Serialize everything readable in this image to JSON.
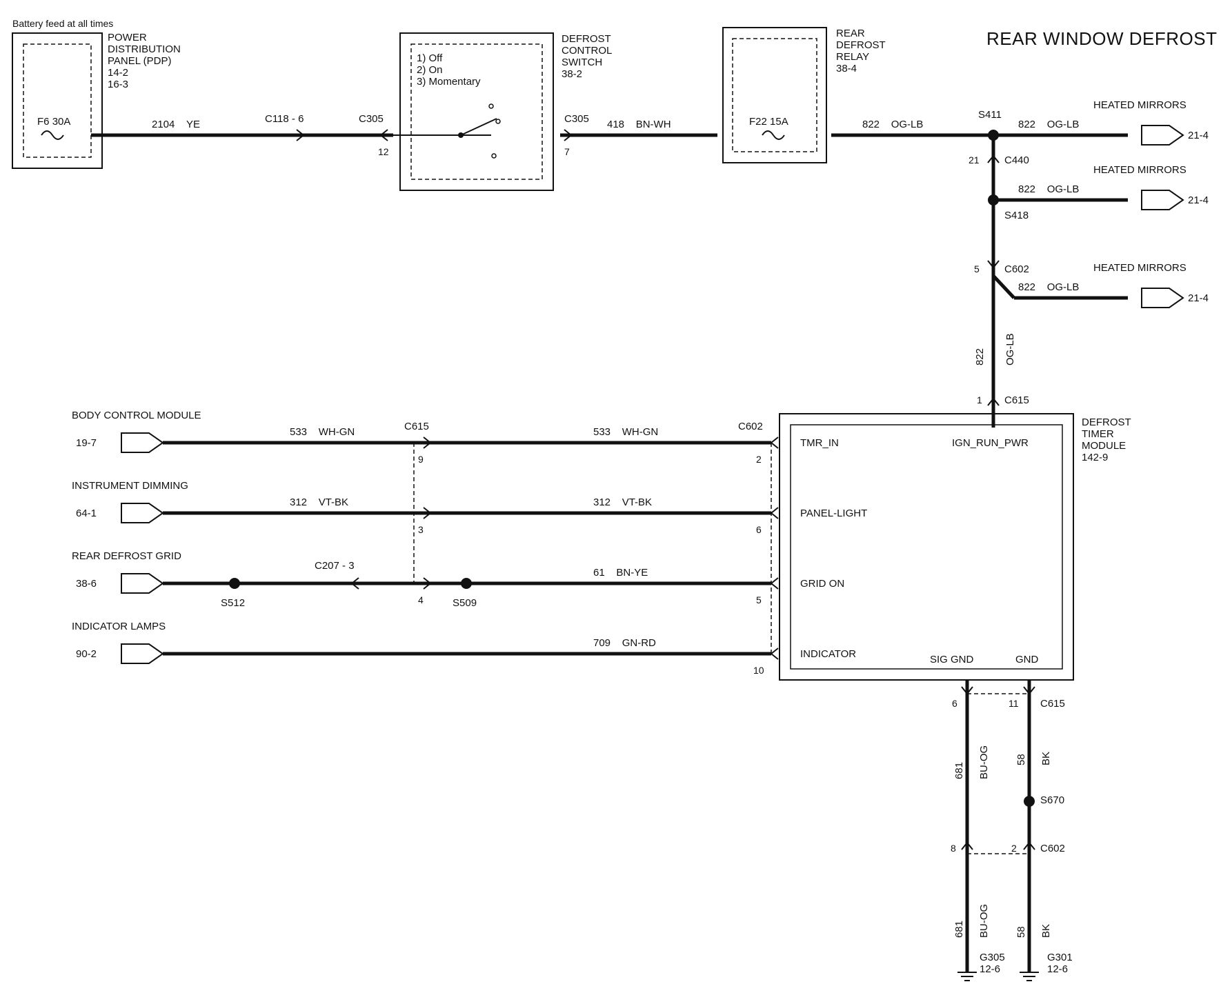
{
  "title": "REAR WINDOW DEFROST",
  "header_note": "Battery feed at all times",
  "fuse_panel": {
    "name_lines": [
      "POWER",
      "DISTRIBUTION",
      "PANEL (PDP)",
      "14-2",
      "16-3"
    ],
    "fuse": "F6",
    "rating": "30A"
  },
  "defrost_switch": {
    "name_lines": [
      "DEFROST",
      "CONTROL",
      "SWITCH",
      "38-2"
    ],
    "positions": [
      "1) Off",
      "2) On",
      "3) Momentary"
    ]
  },
  "relay_box": {
    "name_lines": [
      "REAR",
      "DEFROST",
      "RELAY",
      "38-4"
    ],
    "fuse": "F22",
    "rating": "15A"
  },
  "top_circuits": [
    {
      "circuit": "2104",
      "color": "YE"
    },
    {
      "circuit": "418",
      "color": "BN-WH"
    },
    {
      "circuit": "822",
      "color": "OG-LB"
    },
    {
      "circuit": "822",
      "color": "OG-LB"
    }
  ],
  "connectors": {
    "c118": "C118 - 6",
    "c305_a": "C305",
    "c305_b": "C305",
    "c305_pin_a": "12",
    "c305_pin_b": "7",
    "s411": "S411",
    "c440": "C440",
    "c440_pin": "21",
    "s418": "S418",
    "c602": "C602",
    "c602_pin": "5",
    "c615": "C615",
    "c615_pin": "1",
    "c615_bottom": "C615",
    "c602_bottom": "C602",
    "s670": "S670",
    "s512": "S512",
    "s509": "S509",
    "c207": "C207 - 3",
    "c615_left": "C615"
  },
  "power_outputs": [
    {
      "label": "HEATED MIRRORS",
      "page": "21-4",
      "circuit": "822",
      "color": "OG-LB"
    },
    {
      "label": "HEATED MIRRORS",
      "page": "21-4",
      "circuit": "822",
      "color": "OG-LB"
    },
    {
      "label": "HEATED MIRRORS",
      "page": "21-4",
      "circuit": "822",
      "color": "OG-LB"
    }
  ],
  "vertical_feed": {
    "circuit": "822",
    "color": "OG-LB"
  },
  "module": {
    "name_lines": [
      "DEFROST",
      "TIMER",
      "MODULE",
      "142-9"
    ],
    "pins": [
      "TMR_IN",
      "PANEL-LIGHT",
      "GRID ON",
      "INDICATOR"
    ],
    "supply_label": "IGN_RUN_PWR",
    "ground_a": "SIG GND",
    "ground_b": "GND"
  },
  "left_sources": [
    {
      "label": "BODY CONTROL MODULE",
      "page": "19-7",
      "circuit": "533",
      "color": "WH-GN",
      "pin_left": "9",
      "pin_right": "2"
    },
    {
      "label": "INSTRUMENT DIMMING",
      "page": "64-1",
      "circuit": "312",
      "color": "VT-BK",
      "pin_left": "3",
      "pin_right": "6"
    },
    {
      "label": "REAR DEFROST GRID",
      "page": "38-6",
      "circuit": "61",
      "color": "BN-YE",
      "pin_left": "4",
      "pin_right": "5"
    },
    {
      "label": "INDICATOR LAMPS",
      "page": "90-2",
      "circuit": "709",
      "color": "GN-RD",
      "pin_right": "10"
    }
  ],
  "ground_runs": {
    "left_circuit": "681",
    "left_color": "BU-OG",
    "right_circuit": "58",
    "right_color": "BK",
    "pin_top_left": "6",
    "pin_top_right": "11",
    "pin_bot_left": "8",
    "pin_bot_right": "2"
  },
  "grounds": [
    {
      "name": "G305",
      "page": "12-6"
    },
    {
      "name": "G301",
      "page": "12-6"
    }
  ]
}
